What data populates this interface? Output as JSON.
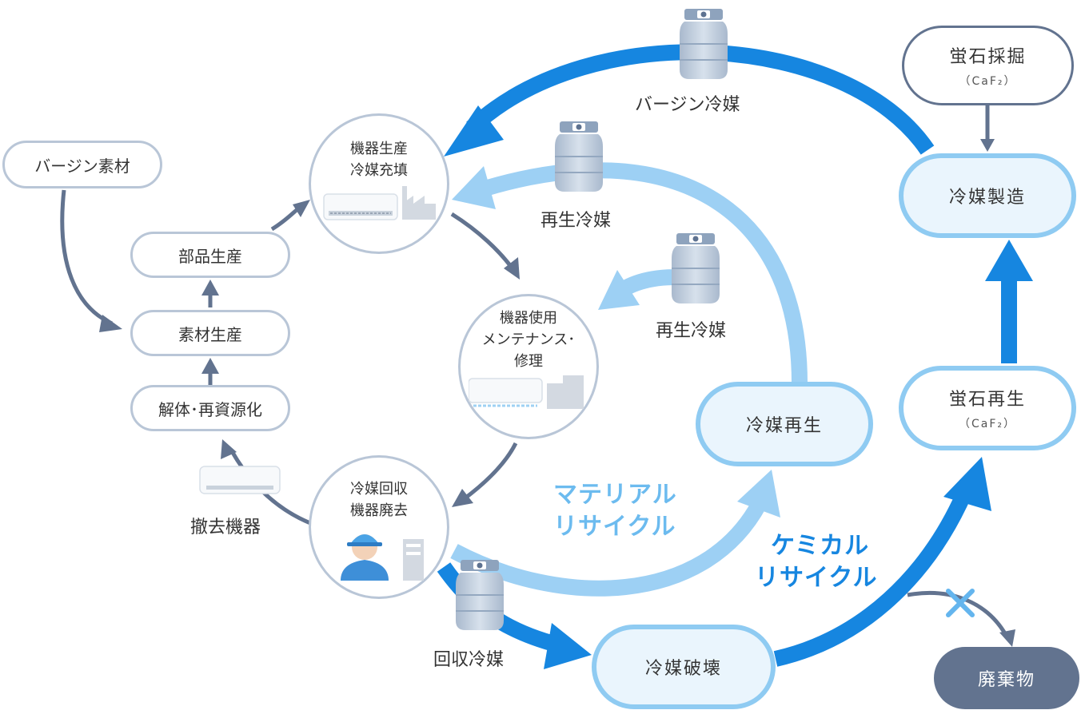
{
  "nodes": {
    "virgin_material": "バージン素材",
    "parts_production": "部品生産",
    "material_production": "素材生産",
    "dismantle": "解体･再資源化",
    "removed_equipment": "撤去機器",
    "production_fill": [
      "機器生産",
      "冷媒充填"
    ],
    "use_maintenance": [
      "機器使用",
      "メンテナンス･",
      "修理"
    ],
    "recovery_disposal": [
      "冷媒回収",
      "機器廃去"
    ],
    "fluorite_mining": {
      "main": "蛍石採掘",
      "sub": "（CaF₂）"
    },
    "refrigerant_manufacture": "冷媒製造",
    "fluorite_regeneration": {
      "main": "蛍石再生",
      "sub": "（CaF₂）"
    },
    "refrigerant_regeneration": "冷媒再生",
    "refrigerant_destruction": "冷媒破壊",
    "waste": "廃棄物"
  },
  "labels": {
    "virgin_refrigerant": "バージン冷媒",
    "recycled_refrigerant_1": "再生冷媒",
    "recycled_refrigerant_2": "再生冷媒",
    "recovered_refrigerant": "回収冷媒",
    "material_recycle": [
      "マテリアル",
      "リサイクル"
    ],
    "chemical_recycle": [
      "ケミカル",
      "リサイクル"
    ]
  },
  "colors": {
    "dark_blue": "#1686e0",
    "light_blue": "#8fcbf2",
    "slate": "#62738f",
    "grey_border": "#b9c6d7"
  },
  "icons": [
    "gas-cylinder-icon",
    "air-conditioner-icon",
    "factory-icon",
    "building-icon",
    "worker-icon",
    "cross-icon"
  ]
}
